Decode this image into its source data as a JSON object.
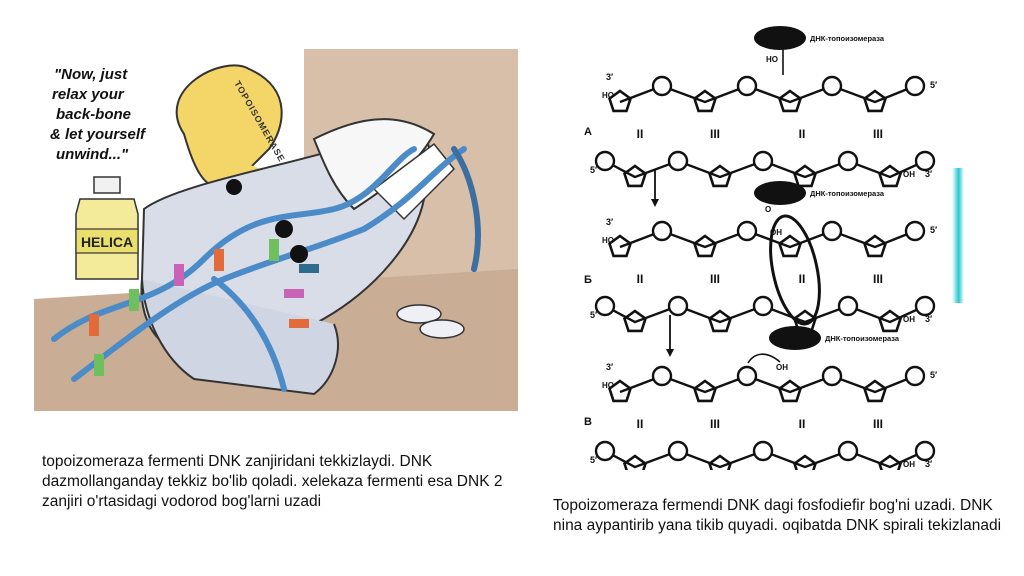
{
  "cartoon": {
    "quote_lines": [
      "\"Now, just",
      "relax your",
      "back-bone",
      "& let yourself",
      "unwind...\""
    ],
    "body_label": "TOPOISOMERASE",
    "bottle_label": "HELICA"
  },
  "caption_left": "topoizomeraza fermenti DNK zanjiridani tekkizlaydi. DNK dazmollanganday tekkiz bo'lib qoladi. xelekaza fermenti esa DNK 2 zanjiri o'rtasidagi vodorod bog'larni uzadi",
  "diagram": {
    "enzyme_label": "ДНК-топоизомераза",
    "rows": [
      "А",
      "Б",
      "В"
    ],
    "end_3": "3′",
    "end_5": "5′",
    "ho": "HO",
    "oh": "OH",
    "bonds": [
      "II",
      "III",
      "II",
      "III"
    ]
  },
  "caption_right": "Topoizomeraza fermendi DNK dagi fosfodiefir bog'ni uzadi. DNK nina aypantirib yana tikib quyadi. oqibatda DNK spirali tekizlanadi"
}
